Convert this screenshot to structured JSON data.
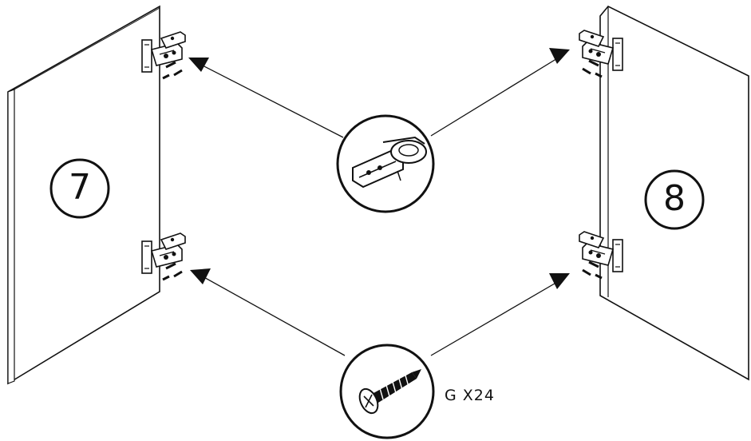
{
  "panels": {
    "left_number": "7",
    "right_number": "8"
  },
  "parts": {
    "hinge": {
      "icon": "hinge-icon"
    },
    "screw": {
      "icon": "screw-icon",
      "label": "G X24"
    }
  }
}
